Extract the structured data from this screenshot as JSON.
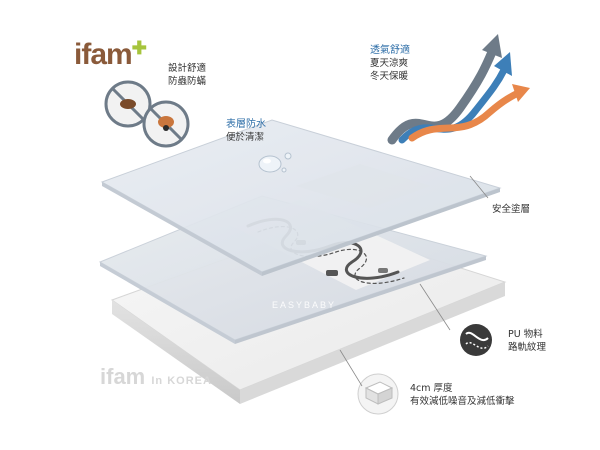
{
  "brand": {
    "logo_text": "ifam",
    "watermark_logo": "ifam",
    "watermark_suffix": "In KOREA",
    "watermark_text": "EASYBABY"
  },
  "callouts": {
    "design": {
      "line1": "設計舒適",
      "line2": "防蟲防蟎"
    },
    "waterproof": {
      "title": "表層防水",
      "line1": "便於清潔"
    },
    "breathable": {
      "title": "透氣舒適",
      "line1": "夏天涼爽",
      "line2": "冬天保暖"
    },
    "safe_coating": {
      "line1": "安全塗層"
    },
    "pu_material": {
      "line1": "PU 物料",
      "line2": "路軌紋理"
    },
    "thickness": {
      "line1": "4cm 厚度",
      "line2": "有效減低噪音及減低衝擊"
    }
  },
  "icons": {
    "bug_ban": "no-bugs-icon",
    "water_drop": "water-drop-icon",
    "airflow": "airflow-arrows-icon",
    "track_pattern": "track-texture-icon",
    "foam_block": "foam-block-icon"
  },
  "colors": {
    "brand_brown": "#8a5a3a",
    "brand_green": "#a6c43c",
    "title_blue": "#2f6fa8",
    "arrow_blue": "#3d7fb8",
    "arrow_gray": "#6e7b88",
    "arrow_orange": "#e8874a"
  }
}
